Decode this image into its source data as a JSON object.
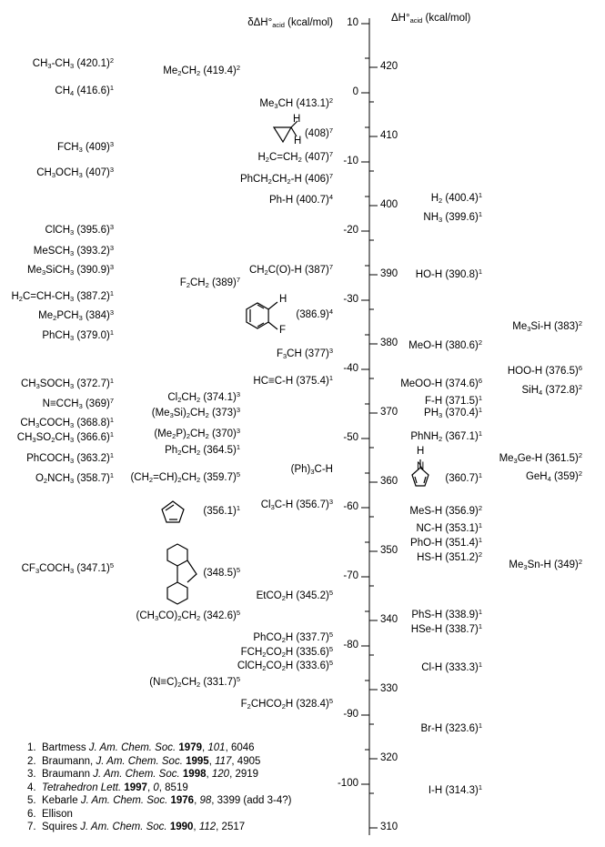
{
  "header_left": "δΔH°<sub>acid</sub> (kcal/mol)",
  "header_right": "ΔH°<sub>acid</sub> (kcal/mol)",
  "delta_ticks": [
    "10",
    "0",
    "-10",
    "-20",
    "-30",
    "-40",
    "-50",
    "-60",
    "-70",
    "-80",
    "-90",
    "-100"
  ],
  "abs_ticks": [
    "420",
    "410",
    "400",
    "390",
    "380",
    "370",
    "360",
    "350",
    "340",
    "330",
    "320",
    "310"
  ],
  "col1": [
    {
      "label": "CH<sub>3</sub>-CH<sub>3</sub> (420.1)<sup>2</sup>",
      "value": 420.1
    },
    {
      "label": "CH<sub>4</sub> (416.6)<sup>1</sup>",
      "value": 416.6
    },
    {
      "label": "FCH<sub>3</sub> (409)<sup>3</sup>",
      "value": 409
    },
    {
      "label": "CH<sub>3</sub>OCH<sub>3</sub> (407)<sup>3</sup>",
      "value": 407
    },
    {
      "label": "ClCH<sub>3</sub> (395.6)<sup>3</sup>",
      "value": 395.6
    },
    {
      "label": "MeSCH<sub>3</sub> (393.2)<sup>3</sup>",
      "value": 393.2
    },
    {
      "label": "Me<sub>3</sub>SiCH<sub>3</sub> (390.9)<sup>3</sup>",
      "value": 390.9
    },
    {
      "label": "H<sub>2</sub>C=CH-CH<sub>3</sub> (387.2)<sup>1</sup>",
      "value": 387.2
    },
    {
      "label": "Me<sub>2</sub>PCH<sub>3</sub> (384)<sup>3</sup>",
      "value": 384
    },
    {
      "label": "PhCH<sub>3</sub> (379.0)<sup>1</sup>",
      "value": 379.0
    },
    {
      "label": "CH<sub>3</sub>SOCH<sub>3</sub> (372.7)<sup>1</sup>",
      "value": 372.7
    },
    {
      "label": "N≡CCH<sub>3</sub> (369)<sup>7</sup>",
      "value": 369
    },
    {
      "label": "CH<sub>3</sub>COCH<sub>3</sub> (368.8)<sup>1</sup>",
      "value": 368.8
    },
    {
      "label": "CH<sub>3</sub>SO<sub>2</sub>CH<sub>3</sub> (366.6)<sup>1</sup>",
      "value": 366.6
    },
    {
      "label": "PhCOCH<sub>3</sub> (363.2)<sup>1</sup>",
      "value": 363.2
    },
    {
      "label": "O<sub>2</sub>NCH<sub>3</sub> (358.7)<sup>1</sup>",
      "value": 358.7
    },
    {
      "label": "CF<sub>3</sub>COCH<sub>3</sub> (347.1)<sup>5</sup>",
      "value": 347.1
    }
  ],
  "col2": [
    {
      "label": "Me<sub>2</sub>CH<sub>2</sub> (419.4)<sup>2</sup>",
      "value": 419.4
    },
    {
      "label": "F<sub>2</sub>CH<sub>2</sub> (389)<sup>7</sup>",
      "value": 389
    },
    {
      "label": "Cl<sub>2</sub>CH<sub>2</sub> (374.1)<sup>3</sup>",
      "value": 374.1
    },
    {
      "label": "(Me<sub>3</sub>Si)<sub>2</sub>CH<sub>2</sub> (373)<sup>3</sup>",
      "value": 373
    },
    {
      "label": "(Me<sub>2</sub>P)<sub>2</sub>CH<sub>2</sub> (370)<sup>3</sup>",
      "value": 370
    },
    {
      "label": "Ph<sub>2</sub>CH<sub>2</sub> (364.5)<sup>1</sup>",
      "value": 364.5
    },
    {
      "label": "(CH<sub>2</sub>=CH)<sub>2</sub>CH<sub>2</sub> (359.7)<sup>5</sup>",
      "value": 359.7
    },
    {
      "label": "(356.1)<sup>1</sup>",
      "value": 356.1
    },
    {
      "label": "(348.5)<sup>5</sup>",
      "value": 348.5
    },
    {
      "label": "(CH<sub>3</sub>CO)<sub>2</sub>CH<sub>2</sub> (342.6)<sup>5</sup>",
      "value": 342.6
    },
    {
      "label": "(N≡C)<sub>2</sub>CH<sub>2</sub> (331.7)<sup>5</sup>",
      "value": 331.7
    }
  ],
  "col3": [
    {
      "label": "Me<sub>3</sub>CH (413.1)<sup>2</sup>",
      "value": 413.1
    },
    {
      "label": "(408)<sup>7</sup>",
      "value": 408
    },
    {
      "label": "H<sub>2</sub>C=CH<sub>2</sub> (407)<sup>7</sup>",
      "value": 407
    },
    {
      "label": "PhCH<sub>2</sub>CH<sub>2</sub>-H (406)<sup>7</sup>",
      "value": 406
    },
    {
      "label": "Ph-H (400.7)<sup>4</sup>",
      "value": 400.7
    },
    {
      "label": "CH<sub>2</sub>C(O)-H (387)<sup>7</sup>",
      "value": 387
    },
    {
      "label": "(386.9)<sup>4</sup>",
      "value": 386.9
    },
    {
      "label": "F<sub>3</sub>CH (377)<sup>3</sup>",
      "value": 377
    },
    {
      "label": "HC≡C-H (375.4)<sup>1</sup>",
      "value": 375.4
    },
    {
      "label": "(Ph)<sub>3</sub>C-H",
      "value": 360.7
    },
    {
      "label": "Cl<sub>3</sub>C-H (356.7)<sup>3</sup>",
      "value": 356.7
    },
    {
      "label": "EtCO<sub>2</sub>H (345.2)<sup>5</sup>",
      "value": 345.2
    },
    {
      "label": "PhCO<sub>2</sub>H (337.7)<sup>5</sup>",
      "value": 337.7
    },
    {
      "label": "FCH<sub>2</sub>CO<sub>2</sub>H (335.6)<sup>5</sup>",
      "value": 335.6
    },
    {
      "label": "ClCH<sub>2</sub>CO<sub>2</sub>H (333.6)<sup>5</sup>",
      "value": 333.6
    },
    {
      "label": "F<sub>2</sub>CHCO<sub>2</sub>H (328.4)<sup>5</sup>",
      "value": 328.4
    }
  ],
  "col4": [
    {
      "label": "H<sub>2</sub> (400.4)<sup>1</sup>",
      "value": 400.4
    },
    {
      "label": "NH<sub>3</sub> (399.6)<sup>1</sup>",
      "value": 399.6
    },
    {
      "label": "HO-H (390.8)<sup>1</sup>",
      "value": 390.8
    },
    {
      "label": "MeO-H (380.6)<sup>2</sup>",
      "value": 380.6
    },
    {
      "label": "MeOO-H (374.6)<sup>6</sup>",
      "value": 374.6
    },
    {
      "label": "F-H (371.5)<sup>1</sup>",
      "value": 371.5
    },
    {
      "label": "PH<sub>3</sub> (370.4)<sup>1</sup>",
      "value": 370.4
    },
    {
      "label": "PhNH<sub>2</sub> (367.1)<sup>1</sup>",
      "value": 367.1
    },
    {
      "label": "(360.7)<sup>1</sup>",
      "value": 360.7
    },
    {
      "label": "MeS-H (356.9)<sup>2</sup>",
      "value": 356.9
    },
    {
      "label": "NC-H (353.1)<sup>1</sup>",
      "value": 353.1
    },
    {
      "label": "PhO-H (351.4)<sup>1</sup>",
      "value": 351.4
    },
    {
      "label": "HS-H (351.2)<sup>2</sup>",
      "value": 351.2
    },
    {
      "label": "PhS-H (338.9)<sup>1</sup>",
      "value": 338.9
    },
    {
      "label": "HSe-H (338.7)<sup>1</sup>",
      "value": 338.7
    },
    {
      "label": "Cl-H (333.3)<sup>1</sup>",
      "value": 333.3
    },
    {
      "label": "Br-H (323.6)<sup>1</sup>",
      "value": 323.6
    },
    {
      "label": "I-H (314.3)<sup>1</sup>",
      "value": 314.3
    }
  ],
  "col5": [
    {
      "label": "Me<sub>3</sub>Si-H (383)<sup>2</sup>",
      "value": 383
    },
    {
      "label": "HOO-H (376.5)<sup>6</sup>",
      "value": 376.5
    },
    {
      "label": "SiH<sub>4</sub> (372.8)<sup>2</sup>",
      "value": 372.8
    },
    {
      "label": "Me<sub>3</sub>Ge-H (361.5)<sup>2</sup>",
      "value": 361.5
    },
    {
      "label": "GeH<sub>4</sub> (359)<sup>2</sup>",
      "value": 359
    },
    {
      "label": "Me<sub>3</sub>Sn-H (349)<sup>2</sup>",
      "value": 349
    }
  ],
  "structure_atoms": {
    "h": "H",
    "f": "F",
    "n": "N"
  },
  "references": [
    {
      "n": "1.",
      "text": "Bartmess <i>J. Am. Chem. Soc.</i> <b>1979</b>, <i>101</i>, 6046"
    },
    {
      "n": "2.",
      "text": "Braumann, <i>J. Am. Chem. Soc.</i> <b>1995</b>, <i>117</i>, 4905"
    },
    {
      "n": "3.",
      "text": "Braumann <i>J. Am. Chem. Soc.</i> <b>1998</b>, <i>120</i>, 2919"
    },
    {
      "n": "4.",
      "text": "<i>Tetrahedron Lett.</i> <b>1997</b>, <i>0</i>, 8519"
    },
    {
      "n": "5.",
      "text": "Kebarle <i>J. Am. Chem. Soc.</i> <b>1976</b>, <i>98</i>, 3399 (add 3-4?)"
    },
    {
      "n": "6.",
      "text": "Ellison"
    },
    {
      "n": "7.",
      "text": "Squires <i>J. Am. Chem. Soc.</i> <b>1990</b>, <i>112</i>, 2517"
    }
  ]
}
